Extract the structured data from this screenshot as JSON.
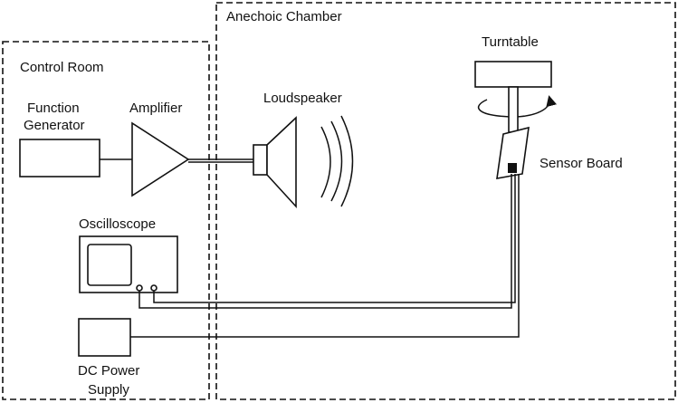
{
  "rooms": {
    "control_room": "Control Room",
    "anechoic_chamber": "Anechoic Chamber"
  },
  "devices": {
    "function_generator": [
      "Function",
      "Generator"
    ],
    "amplifier": "Amplifier",
    "loudspeaker": "Loudspeaker",
    "oscilloscope": "Oscilloscope",
    "dc_power_supply": [
      "DC Power",
      "Supply"
    ],
    "turntable": "Turntable",
    "sensor_board": "Sensor Board"
  }
}
